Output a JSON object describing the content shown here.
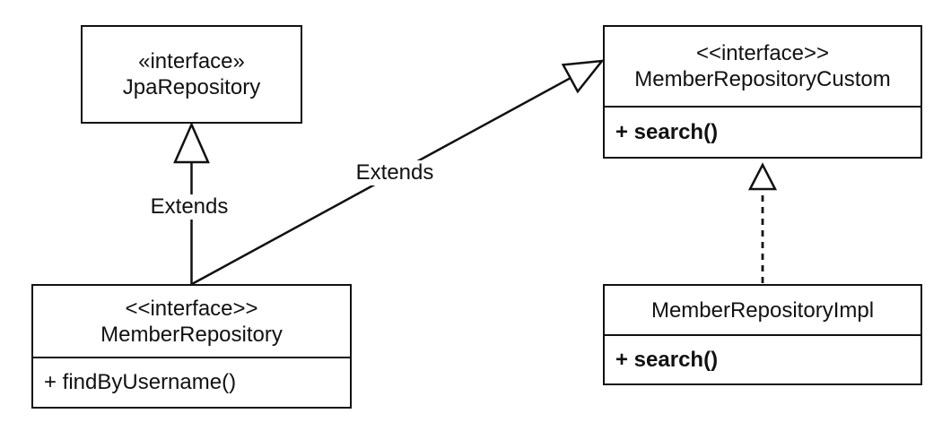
{
  "diagram": {
    "type": "uml-class-diagram",
    "colors": {
      "background": "#ffffff",
      "line": "#111111",
      "text": "#111111"
    },
    "classes": [
      {
        "id": "jpa-repository",
        "stereotype": "«interface»",
        "name": "JpaRepository",
        "methods": []
      },
      {
        "id": "member-repository-custom",
        "stereotype": "<<interface>>",
        "name": "MemberRepositoryCustom",
        "methods": [
          {
            "text": "+ search()",
            "bold": true
          }
        ]
      },
      {
        "id": "member-repository",
        "stereotype": "<<interface>>",
        "name": "MemberRepository",
        "methods": [
          {
            "text": "+ findByUsername()",
            "bold": false
          }
        ]
      },
      {
        "id": "member-repository-impl",
        "stereotype": "",
        "name": "MemberRepositoryImpl",
        "methods": [
          {
            "text": "+ search()",
            "bold": true
          }
        ]
      }
    ],
    "relationships": [
      {
        "from": "MemberRepository",
        "to": "JpaRepository",
        "kind": "generalization",
        "line_style": "solid",
        "label": "Extends"
      },
      {
        "from": "MemberRepository",
        "to": "MemberRepositoryCustom",
        "kind": "generalization",
        "line_style": "solid",
        "label": "Extends"
      },
      {
        "from": "MemberRepositoryImpl",
        "to": "MemberRepositoryCustom",
        "kind": "realization",
        "line_style": "dashed",
        "label": ""
      }
    ]
  }
}
